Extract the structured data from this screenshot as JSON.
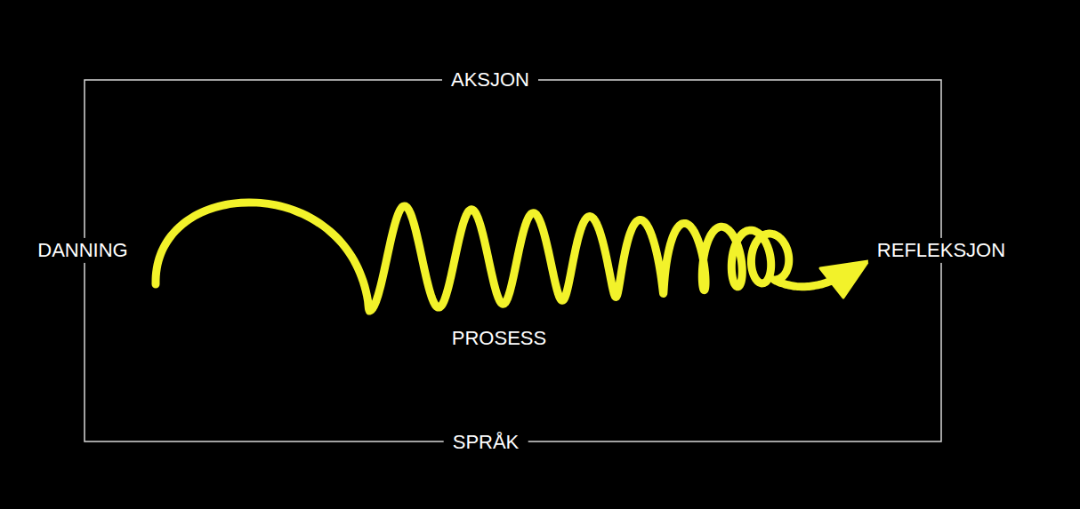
{
  "diagram": {
    "labels": [
      "AKSJON",
      "DANNING",
      "REFLEKSJON",
      "PROSESS",
      "SPRÅK"
    ]
  }
}
